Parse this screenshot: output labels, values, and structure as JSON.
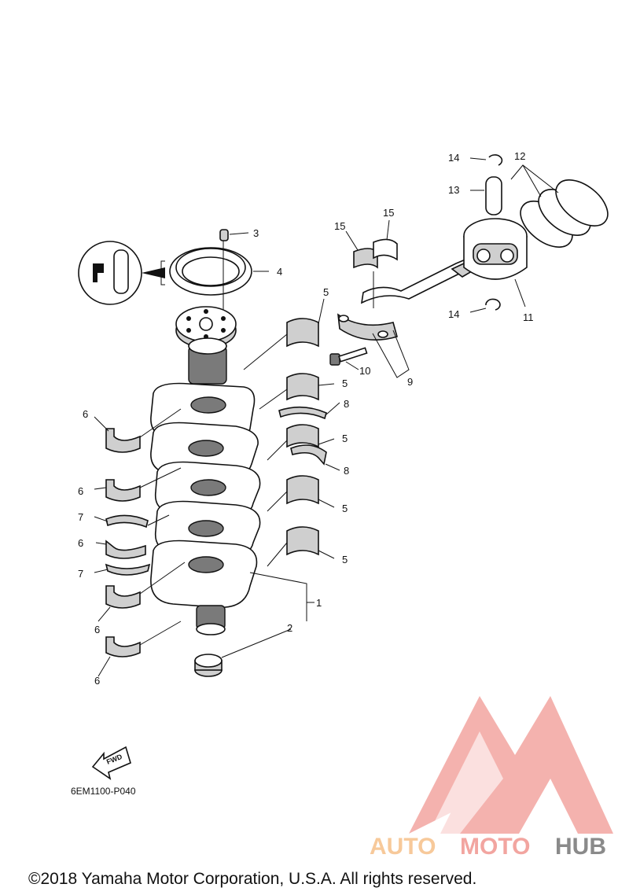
{
  "labels": {
    "l1": "1",
    "l2": "2",
    "l3": "3",
    "l4": "4",
    "l5a": "5",
    "l5b": "5",
    "l5c": "5",
    "l5d": "5",
    "l5e": "5",
    "l6a": "6",
    "l6b": "6",
    "l6c": "6",
    "l6d": "6",
    "l6e": "6",
    "l7a": "7",
    "l7b": "7",
    "l8a": "8",
    "l8b": "8",
    "l9": "9",
    "l10": "10",
    "l11": "11",
    "l12": "12",
    "l13": "13",
    "l14a": "14",
    "l14b": "14",
    "l15a": "15",
    "l15b": "15"
  },
  "fwd_label": "FWD",
  "diagram_code": "6EM1100-P040",
  "watermark": {
    "part1": "AUTO",
    "part2": "MOTO",
    "part3": "HUB"
  },
  "copyright": "©2018 Yamaha Motor Corporation, U.S.A. All rights reserved.",
  "colors": {
    "watermark_red": "#f2a5a0",
    "watermark_orange": "#f7c99a",
    "watermark_gray": "#8a8a8a",
    "line": "#111111"
  }
}
